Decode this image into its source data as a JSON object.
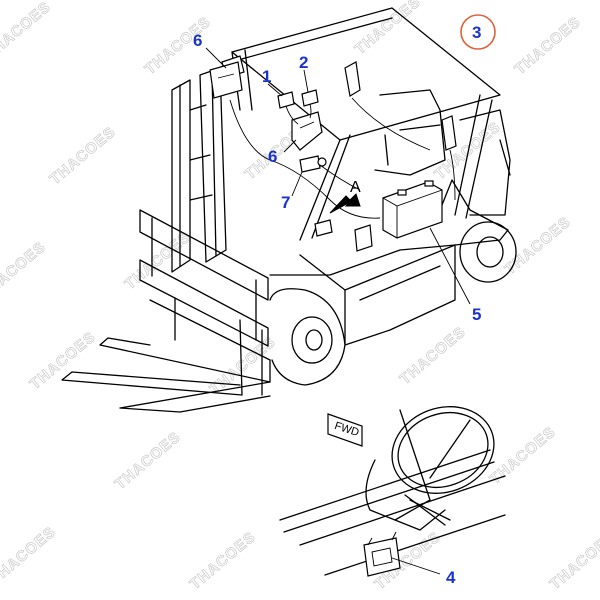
{
  "watermark": "THACOES",
  "callouts": {
    "c1": "1",
    "c2": "2",
    "c3": "3",
    "c4": "4",
    "c5": "5",
    "c6a": "6",
    "c6b": "6",
    "c7": "7",
    "view_a": "A"
  },
  "fwd_label": "FWD",
  "colors": {
    "callout": "#1a33cc",
    "highlight_circle": "#e0603a",
    "watermark": "#cfcfcf"
  }
}
